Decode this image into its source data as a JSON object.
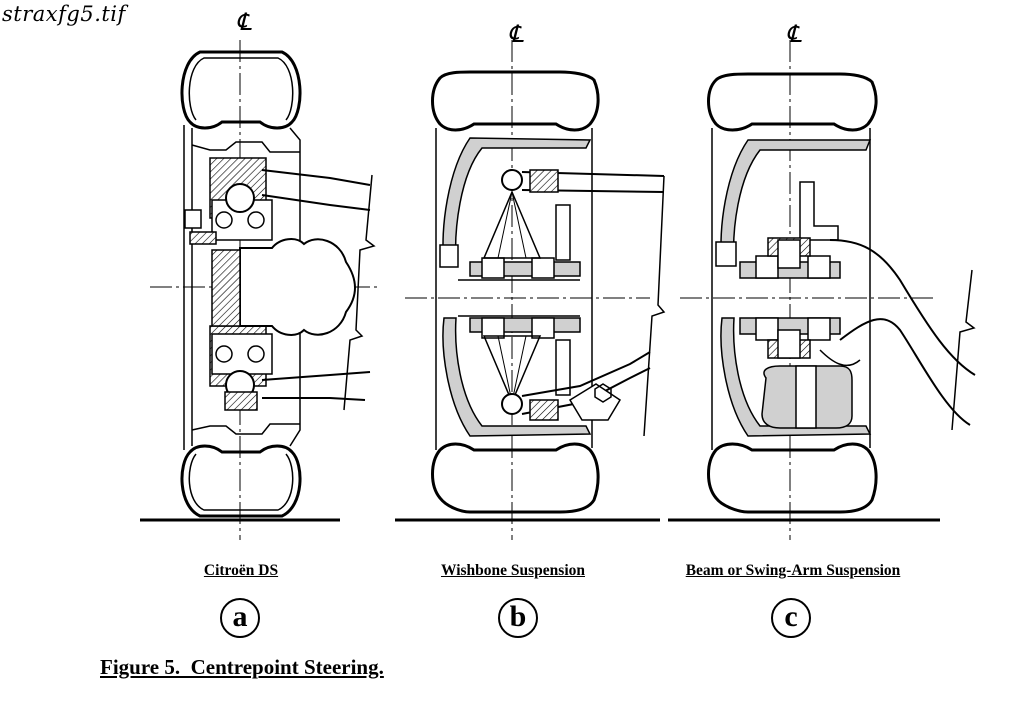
{
  "file_label": "straxfg5.tif",
  "centerline_symbol": "℄",
  "panels": [
    {
      "label": "Citroën DS",
      "letter": "a"
    },
    {
      "label": "Wishbone Suspension",
      "letter": "b"
    },
    {
      "label": "Beam or Swing-Arm Suspension",
      "letter": "c"
    }
  ],
  "caption": "Figure 5.  Centrepoint Steering.",
  "colors": {
    "ink": "#000000",
    "section_fill": "#d0d0d0",
    "background": "#ffffff"
  }
}
